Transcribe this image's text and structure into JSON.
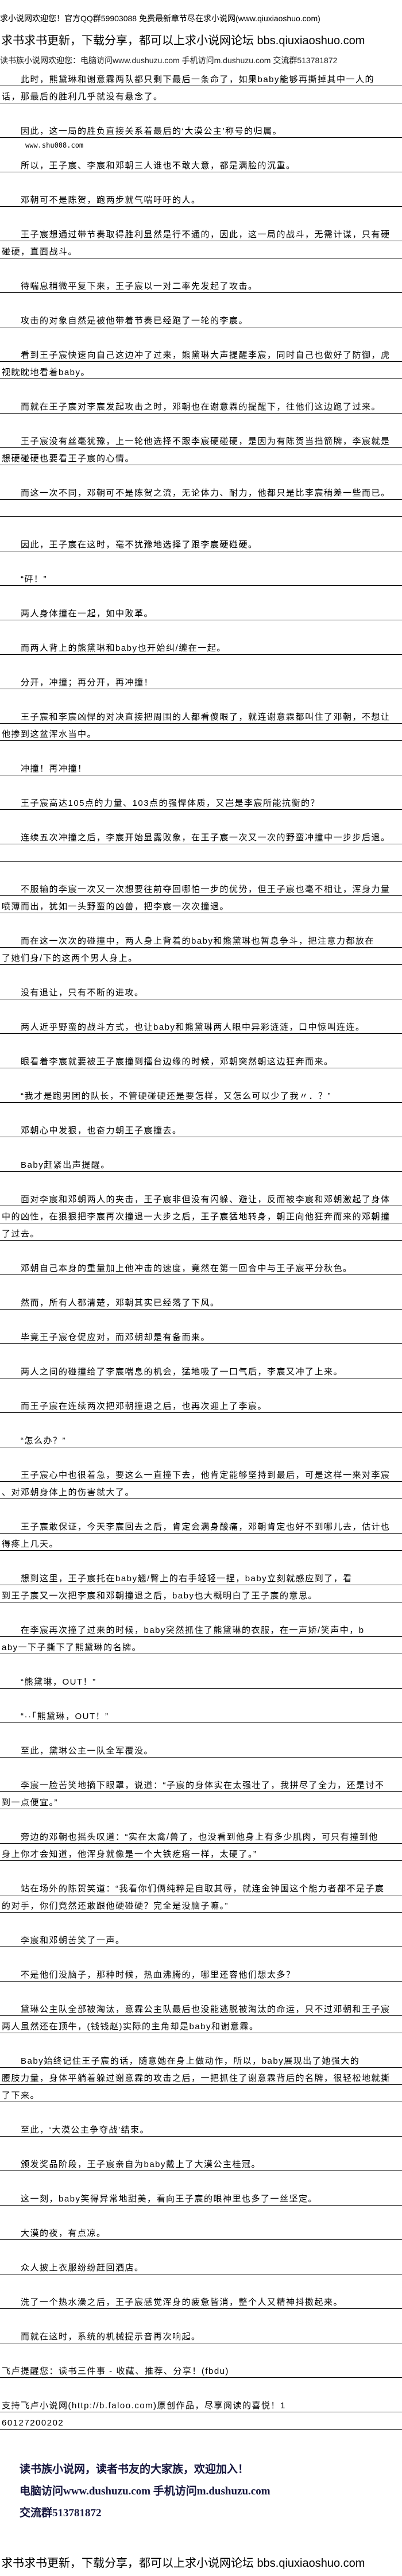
{
  "header": {
    "welcome": "求小说网欢迎您！官方QQ群59903088 免费最新章节尽在求小说网(www.qiuxiaoshuo.com)",
    "forum_ad": "求书求书更新，下载分享，都可以上求小说网论坛 bbs.qiuxiaoshuo.com",
    "dushuzu_banner": "读书族小说网欢迎您：电脑访问www.dushuzu.com 手机访问m.dushuzu.com 交流群513781872"
  },
  "site_mark": "www.shu008.com",
  "paragraphs": [
    [
      "此时，熊黛琳和谢意霖两队都只剩下最后一条命了，如果baby能够再撕掉其中一人的",
      "话，那最后的胜利几乎就没有悬念了。"
    ],
    [
      "因此，这一局的胜负直接关系着最后的‘大漠公主’称号的归属。"
    ],
    [
      "所以，王子宸、李宸和邓朝三人谁也不敢大意，都是满脸的沉重。"
    ],
    [
      "邓朝可不是陈贺，跑两步就气喘吁吁的人。"
    ],
    [
      "王子宸想通过带节奏取得胜利显然是行不通的，因此，这一局的战斗，无需计谋，只有硬",
      "碰硬，直面战斗。"
    ],
    [
      "待喘息稍微平复下来，王子宸以一对二率先发起了攻击。"
    ],
    [
      "攻击的对象自然是被他带着节奏已经跑了一轮的李宸。"
    ],
    [
      "看到王子宸快速向自己这边冲了过来，熊黛琳大声提醒李宸，同时自己也做好了防御，虎",
      "视眈眈地看着baby。"
    ],
    [
      "而就在王子宸对李宸发起攻击之时，邓朝也在谢意霖的提醒下，往他们这边跑了过来。"
    ],
    [
      "王子宸没有丝毫犹豫，上一轮他选择不跟李宸硬碰硬，是因为有陈贺当挡箭牌，李宸就是",
      "想硬碰硬也要看王子宸的心情。"
    ],
    [
      "而这一次不同，邓朝可不是陈贺之流，无论体力、耐力，他都只是比李宸稍差一些而已。",
      ""
    ],
    [
      "因此，王子宸在这时，毫不犹豫地选择了跟李宸硬碰硬。"
    ],
    [
      "“砰！”"
    ],
    [
      "两人身体撞在一起，如中败革。"
    ],
    [
      "而两人背上的熊黛琳和baby也开始纠/缠在一起。"
    ],
    [
      "分开，冲撞；再分开，再冲撞！"
    ],
    [
      "王子宸和李宸凶悍的对决直接把周围的人都看傻眼了，就连谢意霖都叫住了邓朝，不想让",
      "他掺到这盆浑水当中。"
    ],
    [
      "冲撞！再冲撞！"
    ],
    [
      "王子宸高达105点的力量、103点的强悍体质，又岂是李宸所能抗衡的？"
    ],
    [
      "连续五次冲撞之后，李宸开始显露败象，在王子宸一次又一次的野蛮冲撞中一步步后退。",
      ""
    ],
    [
      "不服输的李宸一次又一次想要往前夺回哪怕一步的优势，但王子宸也毫不相让，浑身力量",
      "喷薄而出，犹如一头野蛮的凶兽，把李宸一次次撞退。"
    ],
    [
      "而在这一次次的碰撞中，两人身上背着的baby和熊黛琳也暂息争斗，把注意力都放在",
      "了她们身/下的这两个男人身上。"
    ],
    [
      "没有退让，只有不断的进攻。"
    ],
    [
      "两人近乎野蛮的战斗方式，也让baby和熊黛琳两人眼中异彩涟涟，口中惊叫连连。"
    ],
    [
      "眼看着李宸就要被王子宸撞到擂台边缘的时候，邓朝突然朝这边狂奔而来。"
    ],
    [
      "“我才是跑男团的队长，不管硬碰硬还是要怎样，又怎么可以少了我〃．？”"
    ],
    [
      "邓朝心中发狠，也奋力朝王子宸撞去。"
    ],
    [
      "Baby赶紧出声提醒。"
    ],
    [
      "面对李宸和邓朝两人的夹击，王子宸非但没有闪躲、避让，反而被李宸和邓朝激起了身体",
      "中的凶性，在狠狠把李宸再次撞退一大步之后，王子宸猛地转身，朝正向他狂奔而来的邓朝撞",
      "了过去。"
    ],
    [
      "邓朝自己本身的重量加上他冲击的速度，竟然在第一回合中与王子宸平分秋色。"
    ],
    [
      "然而，所有人都清楚，邓朝其实已经落了下风。"
    ],
    [
      "毕竟王子宸仓促应对，而邓朝却是有备而来。"
    ],
    [
      "两人之间的碰撞给了李宸喘息的机会，猛地吸了一口气后，李宸又冲了上来。"
    ],
    [
      "而王子宸在连续两次把邓朝撞退之后，也再次迎上了李宸。"
    ],
    [
      "“怎么办？”"
    ],
    [
      "王子宸心中也很着急，要这么一直撞下去，他肯定能够坚持到最后，可是这样一来对李宸",
      "、对邓朝身体上的伤害就大了。"
    ],
    [
      "王子宸敢保证，今天李宸回去之后，肯定会满身酸痛，邓朝肯定也好不到哪儿去，估计也",
      "得疼上几天。"
    ],
    [
      "想到这里，王子宸托在baby翘/臀上的右手轻轻一捏，baby立刻就感应到了，看",
      "到王子宸又一次把李宸和邓朝撞退之后，baby也大概明白了王子宸的意思。"
    ],
    [
      "在李宸再次撞了过来的时候，baby突然抓住了熊黛琳的衣服，在一声娇/笑声中，b",
      "aby一下子撕下了熊黛琳的名牌。"
    ],
    [
      "“熊黛琳，OUT！”"
    ],
    [
      "“··「熊黛琳，OUT！”"
    ],
    [
      "至此，黛琳公主一队全军覆没。"
    ],
    [
      "李宸一脸苦笑地摘下眼罩，说道：“子宸的身体实在太强壮了，我拼尽了全力，还是讨不",
      "到一点便宜。”"
    ],
    [
      "旁边的邓朝也摇头叹道：“实在太禽/兽了，也没看到他身上有多少肌肉，可只有撞到他",
      "身上你才会知道，他浑身就像是一个大铁疙瘩一样，太硬了。”"
    ],
    [
      "站在场外的陈贺笑道：“我看你们俩纯粹是自取其辱，就连金钟国这个能力者都不是子宸",
      "的对手，你们竟然还敢跟他硬碰硬？完全是没脑子嘛。”"
    ],
    [
      "李宸和邓朝苦笑了一声。"
    ],
    [
      "不是他们没脑子，那种时候，热血沸腾的，哪里还容他们想太多？"
    ],
    [
      "黛琳公主队全部被淘汰，意霖公主队最后也没能逃脱被淘汰的命运，只不过邓朝和王子宸",
      "两人虽然还在顶牛，(钱钱赵)实际的主角却是baby和谢意霖。"
    ],
    [
      "Baby始终记住王子宸的话，随意她在身上做动作，所以，baby展现出了她强大的",
      "腰肢力量，身体平躺着躲过谢意霖的攻击之后，一把抓住了谢意霖背后的名牌，很轻松地就撕",
      "了下来。"
    ],
    [
      "至此，‘大漠公主争夺战’结束。"
    ],
    [
      "颁发奖品阶段，王子宸亲自为baby戴上了大漠公主桂冠。"
    ],
    [
      "这一刻，baby笑得异常地甜美，看向王子宸的眼神里也多了一丝坚定。"
    ],
    [
      "大漠的夜，有点凉。"
    ],
    [
      "众人披上衣服纷纷赶回酒店。"
    ],
    [
      "洗了一个热水澡之后，王子宸感觉浑身的疲惫皆消，整个人又精神抖擞起来。"
    ],
    [
      "而就在这时，系统的机械提示音再次响起。"
    ],
    [
      "飞卢提醒您：读书三件事 - 收藏、推荐、分享！(fbdu)"
    ],
    [
      "支持飞卢小说网(http://b.faloo.com)原创作品，尽享阅读的喜悦！1",
      "60127200202"
    ]
  ],
  "footer": {
    "slogan": "读书族小说网，读者书友的大家族，欢迎加入！",
    "access": "电脑访问www.dushuzu.com 手机访问m.dushuzu.com",
    "group": "交流群513781872",
    "forum_ad": "求书求书更新，下载分享，都可以上求小说网论坛 bbs.qiuxiaoshuo.com"
  }
}
